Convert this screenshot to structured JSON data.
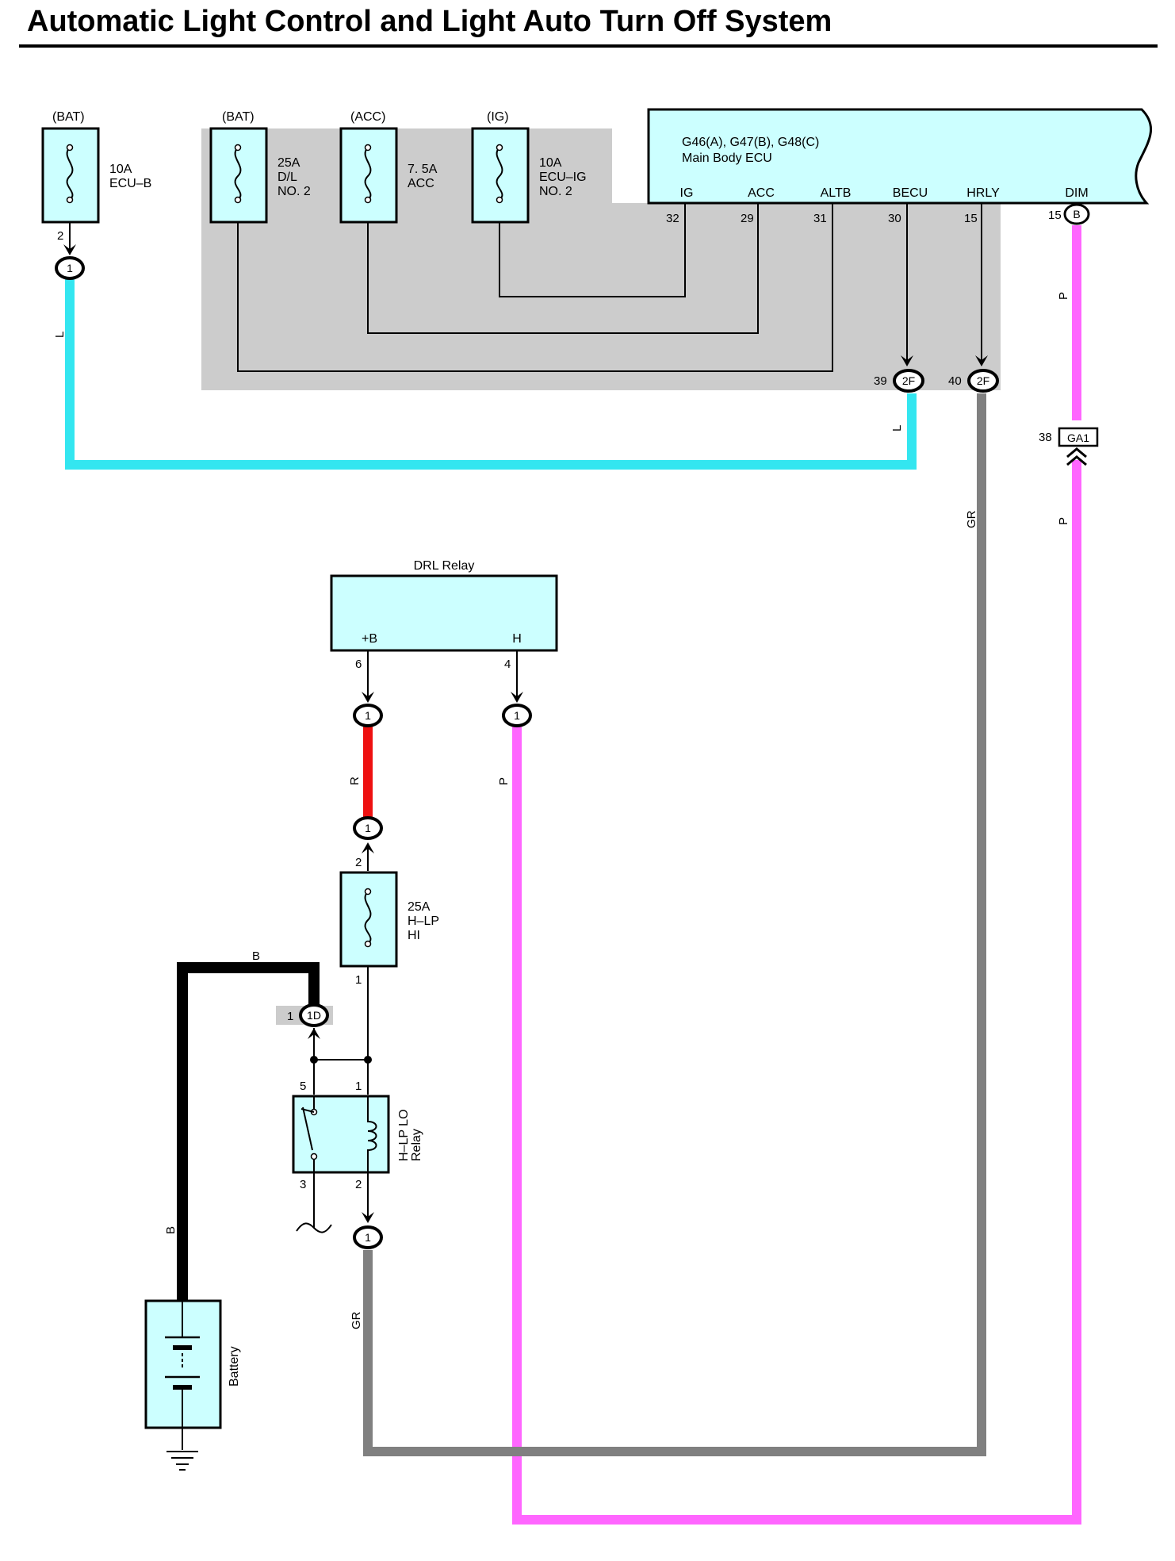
{
  "title": "Automatic Light Control and Light Auto Turn Off System",
  "colors": {
    "box_fill": "#ccffff",
    "shade": "#cccccc",
    "wire_L": "#33e6f0",
    "wire_P": "#ff66ff",
    "wire_GR": "#808080",
    "wire_R": "#ee1111",
    "wire_B": "#000000"
  },
  "fuses": [
    {
      "id": "ecu-b",
      "supply": "(BAT)",
      "rating": "10A",
      "name1": "ECU–B",
      "name2": ""
    },
    {
      "id": "dl-no2",
      "supply": "(BAT)",
      "rating": "25A",
      "name1": "D/L",
      "name2": "NO. 2"
    },
    {
      "id": "acc",
      "supply": "(ACC)",
      "rating": "7. 5A",
      "name1": "ACC",
      "name2": ""
    },
    {
      "id": "ecu-ig-no2",
      "supply": "(IG)",
      "rating": "10A",
      "name1": "ECU–IG",
      "name2": "NO. 2"
    },
    {
      "id": "h-lp-hi",
      "supply": "",
      "rating": "25A",
      "name1": "H–LP",
      "name2": "HI"
    }
  ],
  "ecu": {
    "code": "G46(A), G47(B), G48(C)",
    "name": "Main Body ECU",
    "terminals": [
      {
        "label": "IG",
        "pin": "32"
      },
      {
        "label": "ACC",
        "pin": "29"
      },
      {
        "label": "ALTB",
        "pin": "31"
      },
      {
        "label": "BECU",
        "pin": "30"
      },
      {
        "label": "HRLY",
        "pin": "15"
      },
      {
        "label": "DIM",
        "pin": "15"
      }
    ],
    "dim_connector": "B"
  },
  "drl_relay": {
    "name": "DRL Relay",
    "terminals": [
      {
        "label": "+B",
        "pin": "6"
      },
      {
        "label": "H",
        "pin": "4"
      }
    ]
  },
  "hlp_relay": {
    "name1": "H–LP LO",
    "name2": "Relay",
    "pins": {
      "p5": "5",
      "p1": "1",
      "p3": "3",
      "p2": "2"
    }
  },
  "battery": {
    "name": "Battery"
  },
  "connectors": {
    "c1": "1",
    "c2f": "2F",
    "c2f_pin39": "39",
    "c2f_pin40": "40",
    "ga1": "GA1",
    "ga1_pin": "38",
    "c1d": "1D",
    "c1d_pin": "1",
    "ecu_b_pin": "2",
    "fuse_pin2": "2",
    "fuse_pin1": "1"
  },
  "wires": {
    "L": "L",
    "P": "P",
    "GR": "GR",
    "R": "R",
    "B": "B"
  }
}
